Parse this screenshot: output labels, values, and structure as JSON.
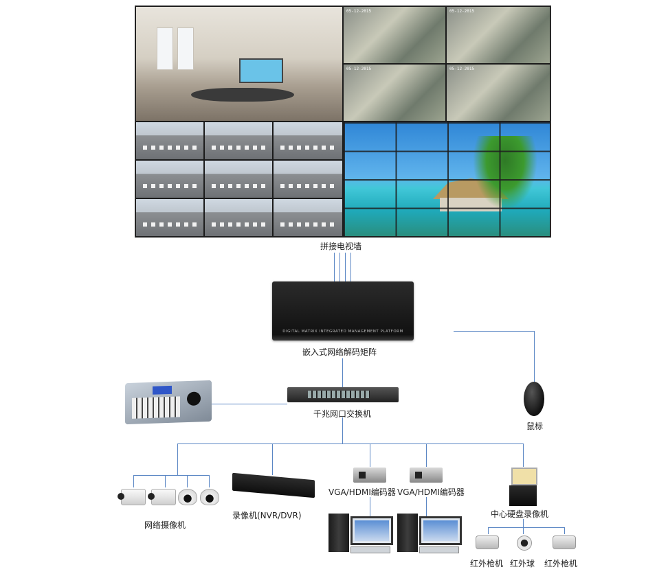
{
  "labels": {
    "video_wall": "拼接电视墙",
    "matrix": "嵌入式网络解码矩阵",
    "matrix_panel_text": "DIGITAL MATRIX INTEGRATED MANAGEMENT PLATFORM",
    "switch": "千兆网口交换机",
    "mouse": "鼠标",
    "network_cameras": "网络摄像机",
    "recorder": "录像机(NVR/DVR)",
    "encoder_1": "VGA/HDMI编码器",
    "encoder_2": "VGA/HDMI编码器",
    "central_recorder": "中心硬盘录像机",
    "ir_gun_1": "红外枪机",
    "ir_ball": "红外球",
    "ir_gun_2": "红外枪机"
  },
  "colors": {
    "connector": "#5a86c4"
  },
  "icons": [
    "video-wall",
    "decoder-matrix",
    "network-switch",
    "control-keyboard",
    "mouse",
    "bullet-camera",
    "dome-camera",
    "nvr",
    "encoder",
    "desktop-pc",
    "hdd-recorder",
    "ir-camera"
  ]
}
